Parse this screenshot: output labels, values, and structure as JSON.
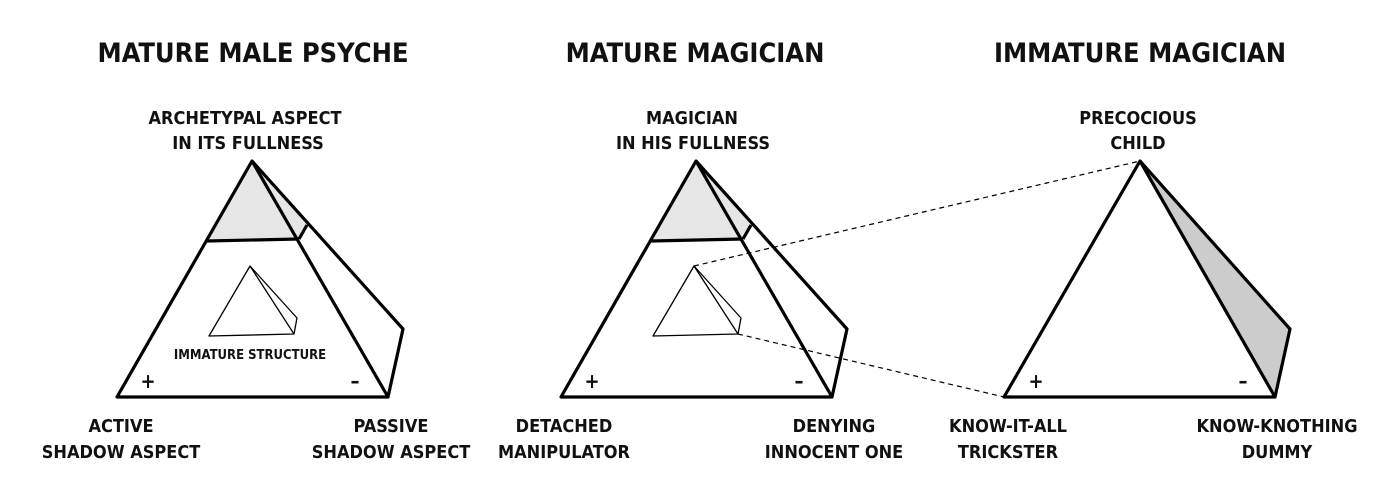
{
  "panels": [
    {
      "title": "MATURE MALE PSYCHE",
      "apex": [
        "ARCHETYPAL ASPECT",
        "IN ITS FULLNESS"
      ],
      "left": [
        "ACTIVE",
        "SHADOW ASPECT"
      ],
      "right": [
        "PASSIVE",
        "SHADOW ASPECT"
      ],
      "plus": "+",
      "minus": "–",
      "inner_label": "IMMATURE STRUCTURE"
    },
    {
      "title": "MATURE MAGICIAN",
      "apex": [
        "MAGICIAN",
        "IN HIS FULLNESS"
      ],
      "left": [
        "DETACHED",
        "MANIPULATOR"
      ],
      "right": [
        "DENYING",
        "INNOCENT ONE"
      ],
      "plus": "+",
      "minus": "–"
    },
    {
      "title": "IMMATURE MAGICIAN",
      "apex": [
        "PRECOCIOUS",
        "CHILD"
      ],
      "left": [
        "KNOW-IT-ALL",
        "TRICKSTER"
      ],
      "right": [
        "KNOW-KNOTHING",
        "DUMMY"
      ],
      "plus": "+",
      "minus": "–"
    }
  ],
  "colors": {
    "line": "#000000",
    "shade_light": "#e6e6e6",
    "shade_dark": "#cccccc"
  }
}
